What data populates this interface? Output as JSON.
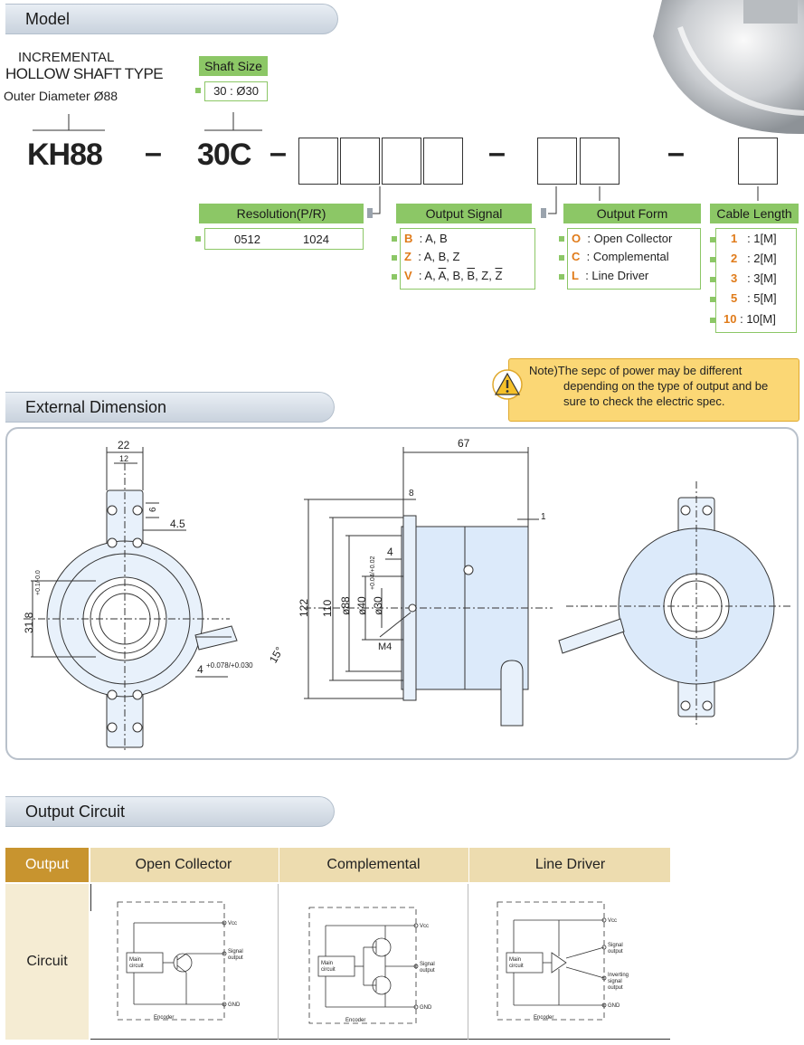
{
  "sections": {
    "model": "Model",
    "external": "External Dimension",
    "circuit": "Output Circuit"
  },
  "model": {
    "line1": "INCREMENTAL",
    "line2": "HOLLOW SHAFT TYPE",
    "line3": "Outer Diameter Ø88",
    "shaft_title": "Shaft Size",
    "shaft_value": "30 : Ø30",
    "code1": "KH88",
    "code2": "30C",
    "dash": "–",
    "resolution": {
      "title": "Resolution(P/R)",
      "values": [
        "0512",
        "1024"
      ]
    },
    "output_signal": {
      "title": "Output Signal",
      "items": [
        {
          "key": "B",
          "pre": ": A, B"
        },
        {
          "key": "Z",
          "pre": ": A, B, Z"
        },
        {
          "key": "V",
          "pre": ": A, ",
          "b1": "A",
          "m1": ", B, ",
          "b2": "B",
          "m2": ", Z, ",
          "b3": "Z"
        }
      ]
    },
    "output_form": {
      "title": "Output Form",
      "items": [
        {
          "key": "O",
          "label": ": Open Collector"
        },
        {
          "key": "C",
          "label": ": Complemental"
        },
        {
          "key": "L",
          "label": ": Line Driver"
        }
      ]
    },
    "cable": {
      "title": "Cable Length",
      "items": [
        {
          "key": "1",
          "label": ": 1[M]"
        },
        {
          "key": "2",
          "label": ": 2[M]"
        },
        {
          "key": "3",
          "label": ": 3[M]"
        },
        {
          "key": "5",
          "label": ": 5[M]"
        },
        {
          "key": "10",
          "label": ": 10[M]"
        }
      ]
    }
  },
  "note": {
    "prefix": "Note)",
    "l1": "The sepc of power may be different",
    "l2": "depending on the type of output and be",
    "l3": "sure to check the electric spec."
  },
  "dims": {
    "d22": "22",
    "d12": "12",
    "d6": "6",
    "d45": "4.5",
    "d318": "31.8",
    "d318tol": "+0.1/-0.0",
    "d4a": "4",
    "d4tol": "+0.078/+0.030",
    "d15": "15°",
    "d67": "67",
    "d8": "8",
    "d1": "1",
    "d4b": "4",
    "d122": "122",
    "d110": "110",
    "d88": "ø88",
    "d40": "ø40",
    "d30": "ø30",
    "d30tol": "+0.04/+0.02",
    "m4": "M4"
  },
  "circuit_table": {
    "h0": "Output",
    "h1": "Open Collector",
    "h2": "Complemental",
    "h3": "Line Driver",
    "r0": "Circuit",
    "labels": {
      "main": "Main",
      "circuit": "circuit",
      "vcc": "Vcc",
      "signal": "Signal",
      "output": "output",
      "gnd": "GND",
      "encoder": "Encoder",
      "inverting": "Inverting",
      "signal2": "signal",
      "output2": "output"
    }
  }
}
